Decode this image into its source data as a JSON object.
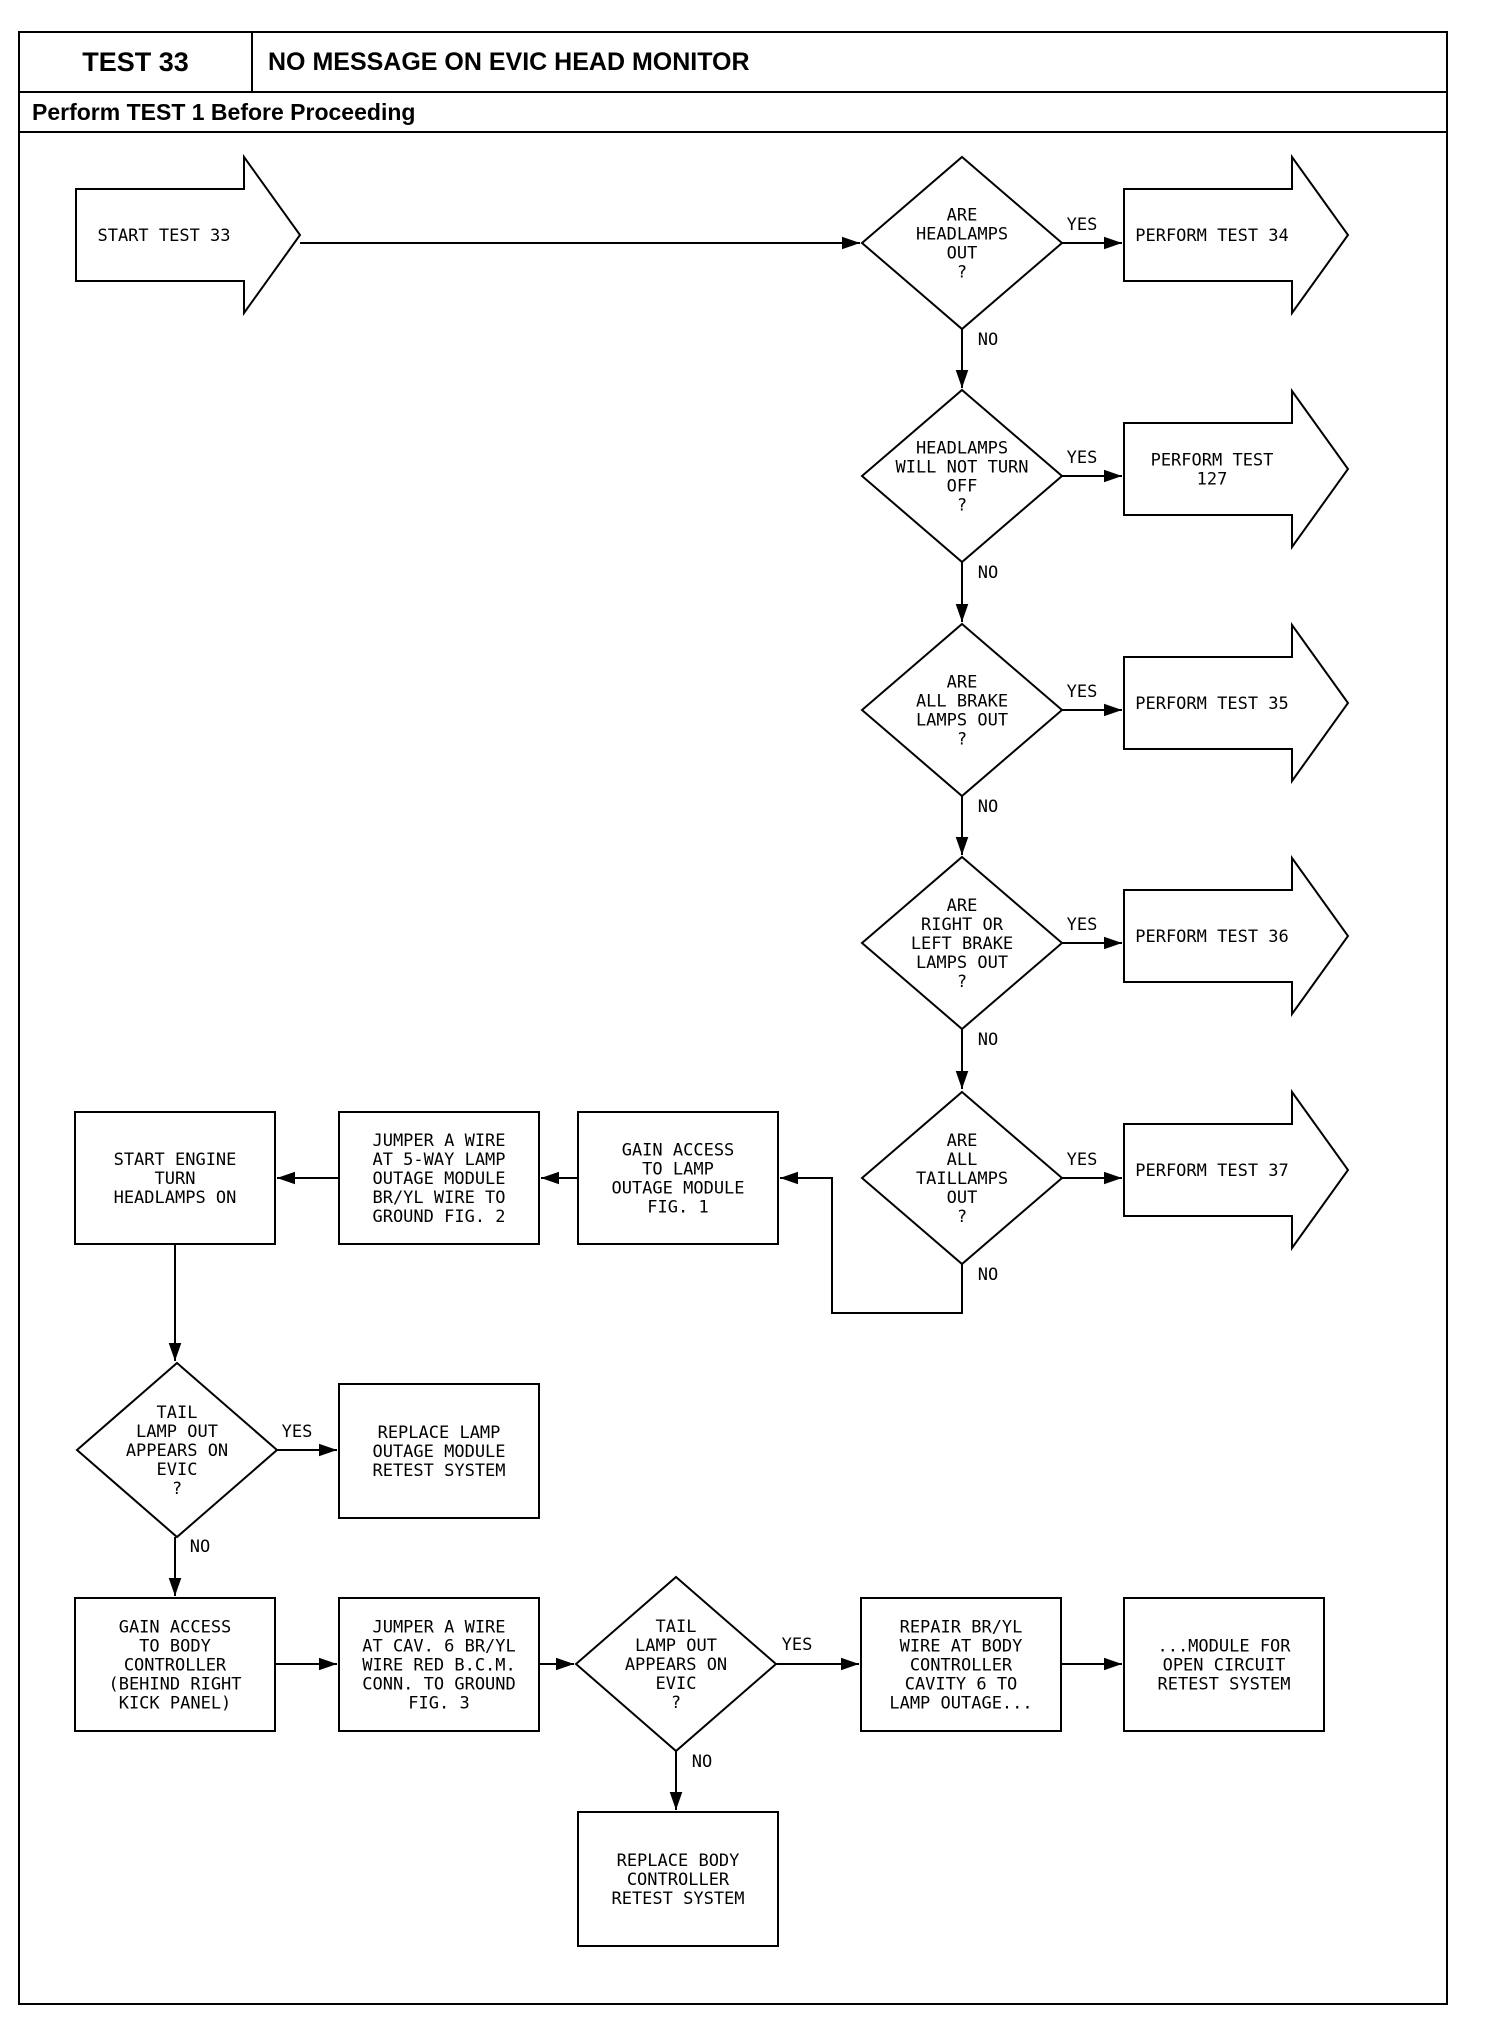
{
  "header": {
    "test_id": "TEST 33",
    "title": "NO MESSAGE ON EVIC HEAD MONITOR",
    "prerequisite": "Perform TEST 1 Before Proceeding"
  },
  "nodes": {
    "start": [
      "START TEST 33"
    ],
    "q1": [
      "ARE",
      "HEADLAMPS",
      "OUT",
      "?"
    ],
    "r1": [
      "PERFORM TEST 34"
    ],
    "q2": [
      "HEADLAMPS",
      "WILL NOT TURN",
      "OFF",
      "?"
    ],
    "r2": [
      "PERFORM TEST",
      "127"
    ],
    "q3": [
      "ARE",
      "ALL BRAKE",
      "LAMPS OUT",
      "?"
    ],
    "r3": [
      "PERFORM TEST 35"
    ],
    "q4": [
      "ARE",
      "RIGHT OR",
      "LEFT BRAKE",
      "LAMPS OUT",
      "?"
    ],
    "r4": [
      "PERFORM TEST 36"
    ],
    "q5": [
      "ARE",
      "ALL",
      "TAILLAMPS",
      "OUT",
      "?"
    ],
    "r5": [
      "PERFORM TEST 37"
    ],
    "gain_lamp": [
      "GAIN ACCESS",
      "TO LAMP",
      "OUTAGE MODULE",
      "FIG. 1"
    ],
    "jumper_lamp": [
      "JUMPER A WIRE",
      "AT 5-WAY LAMP",
      "OUTAGE MODULE",
      "BR/YL WIRE TO",
      "GROUND FIG. 2"
    ],
    "start_engine": [
      "START ENGINE",
      "TURN",
      "HEADLAMPS ON"
    ],
    "q6": [
      "TAIL",
      "LAMP OUT",
      "APPEARS ON",
      "EVIC",
      "?"
    ],
    "replace_lamp": [
      "REPLACE LAMP",
      "OUTAGE MODULE",
      "RETEST SYSTEM"
    ],
    "gain_body": [
      "GAIN ACCESS",
      "TO BODY",
      "CONTROLLER",
      "(BEHIND RIGHT",
      "KICK PANEL)"
    ],
    "jumper_body": [
      "JUMPER A WIRE",
      "AT CAV. 6 BR/YL",
      "WIRE RED B.C.M.",
      "CONN. TO GROUND",
      "FIG. 3"
    ],
    "q7": [
      "TAIL",
      "LAMP OUT",
      "APPEARS ON",
      "EVIC",
      "?"
    ],
    "repair": [
      "REPAIR BR/YL",
      "WIRE AT BODY",
      "CONTROLLER",
      "CAVITY 6 TO",
      "LAMP OUTAGE..."
    ],
    "module_open": [
      "...MODULE FOR",
      "OPEN CIRCUIT",
      "RETEST SYSTEM"
    ],
    "replace_body": [
      "REPLACE BODY",
      "CONTROLLER",
      "RETEST SYSTEM"
    ]
  },
  "labels": {
    "yes": "YES",
    "no": "NO"
  }
}
